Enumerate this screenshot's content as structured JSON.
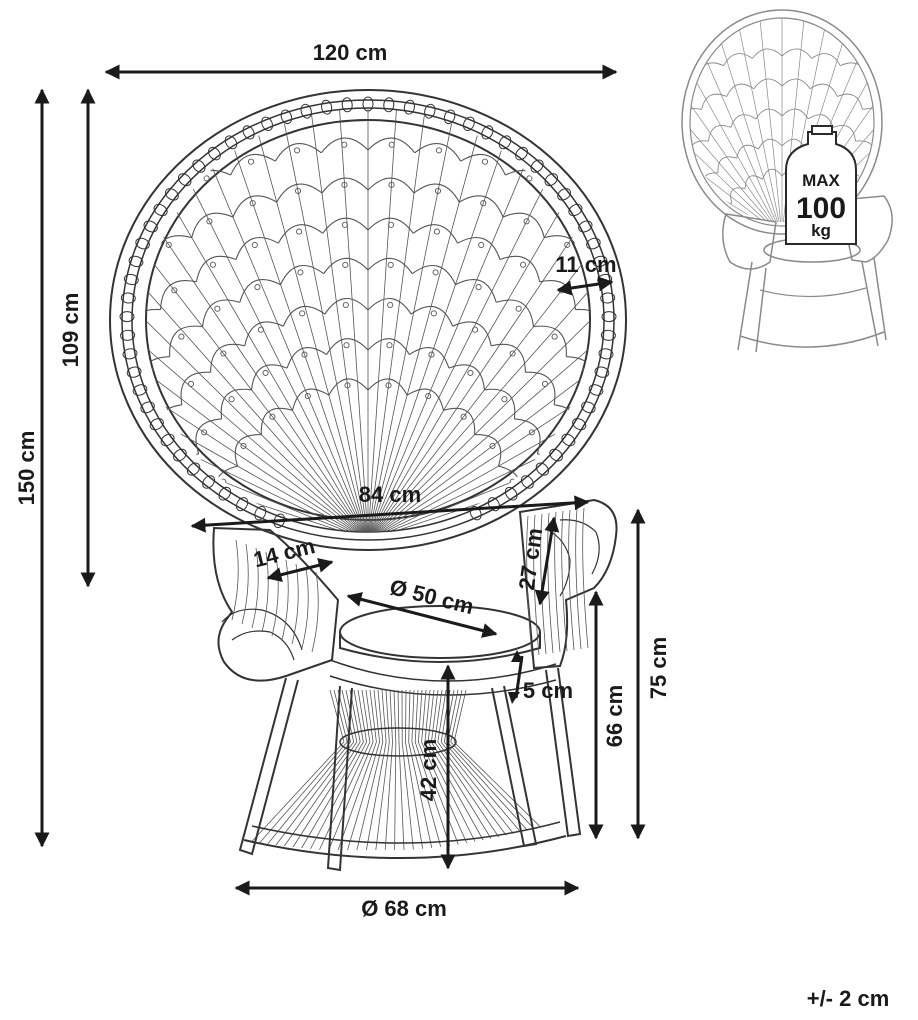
{
  "dimensions": {
    "width_total": "120 cm",
    "height_total": "150 cm",
    "back_height": "109 cm",
    "frame_border": "11 cm",
    "seat_width": "84 cm",
    "armrest_width": "14 cm",
    "armrest_height": "27 cm",
    "seat_diameter": "Ø 50 cm",
    "cushion_thickness": "5 cm",
    "seat_height_total": "66 cm",
    "armrest_total_height": "75 cm",
    "base_height": "42 cm",
    "base_diameter": "Ø 68 cm"
  },
  "weight_badge": {
    "max_label": "MAX",
    "value": "100",
    "unit": "kg"
  },
  "tolerance": "+/- 2 cm"
}
